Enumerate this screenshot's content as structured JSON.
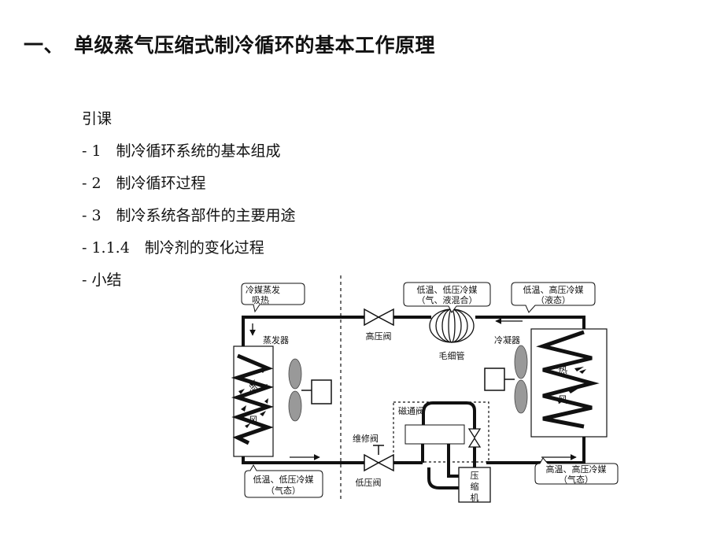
{
  "slide": {
    "title": "一、　单级蒸气压缩式制冷循环的基本工作原理",
    "menu": [
      "引课",
      "- 1　制冷循环系统的基本组成",
      "- 2　制冷循环过程",
      "- 3　制冷系统各部件的主要用途",
      "- 1.1.4　制冷剂的变化过程",
      "- 小结"
    ]
  },
  "diagram": {
    "callouts": {
      "evaporator_absorb": [
        "冷媒蒸发",
        "吸热"
      ],
      "capillary_in": [
        "低温、低压冷媒",
        "（气、液混合）"
      ],
      "condenser_out": [
        "低温、高压冷媒",
        "（液态）"
      ],
      "evaporator_out": [
        "低温、低压冷媒",
        "（气态）"
      ],
      "compressor_out": [
        "高温、高压冷媒",
        "（气态）"
      ]
    },
    "labels": {
      "high_pressure_valve": "高压阀",
      "capillary": "毛细管",
      "evaporator": "蒸发器",
      "condenser": "冷凝器",
      "solenoid_valve": "磁通阀",
      "service_valve": "维修阀",
      "low_pressure_valve": "低压阀",
      "compressor": [
        "压",
        "缩",
        "机"
      ],
      "cold": "冷",
      "wind_cold": "风",
      "hot": "热",
      "wind_hot": "风"
    }
  }
}
